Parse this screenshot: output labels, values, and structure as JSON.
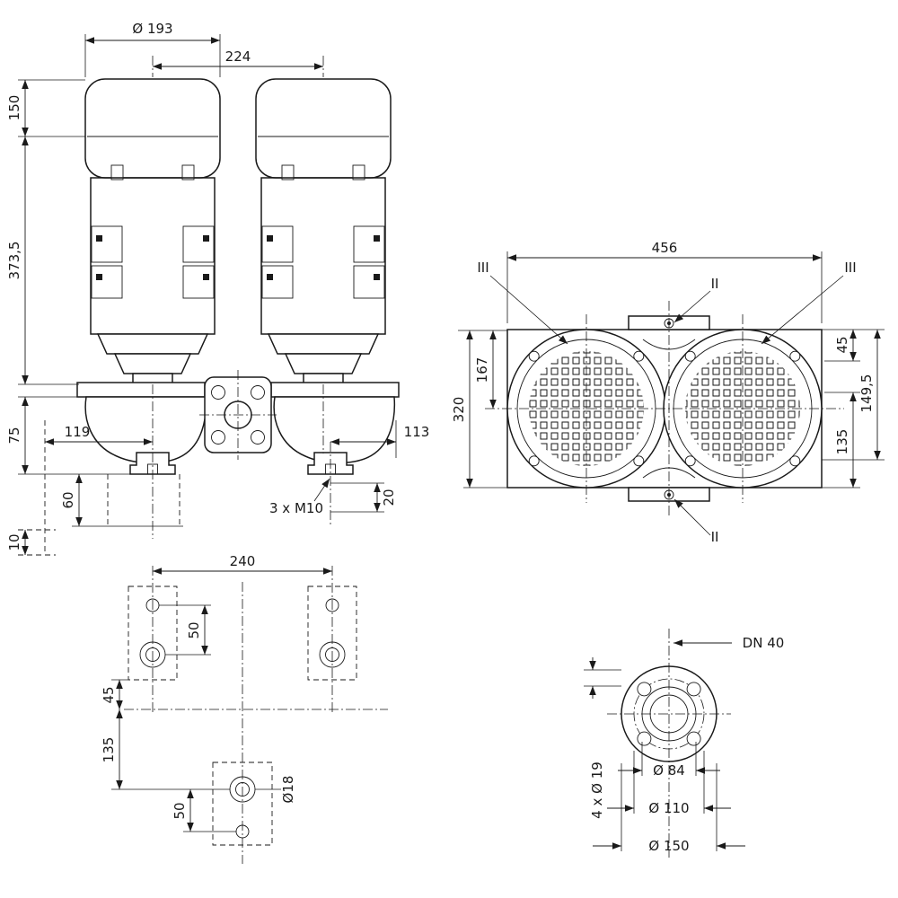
{
  "front_view": {
    "dia_193": "Ø 193",
    "d224": "224",
    "d150": "150",
    "d373_5": "373,5",
    "d75": "75",
    "d119": "119",
    "d113": "113",
    "d60": "60",
    "d10": "10",
    "d20": "20",
    "m10": "3 x M10"
  },
  "top_view": {
    "d456": "456",
    "sec_iii": "III",
    "sec_ii": "II",
    "d167": "167",
    "d320": "320",
    "d45": "45",
    "d149_5": "149,5",
    "d135": "135"
  },
  "foot_view": {
    "d240": "240",
    "d50_upper": "50",
    "d45": "45",
    "d135": "135",
    "d50_lower": "50",
    "dia18": "Ø18"
  },
  "flange_view": {
    "dn40": "DN 40",
    "dia84": "Ø 84",
    "dia110": "Ø 110",
    "bolt_holes": "4 x Ø 19",
    "dia150": "Ø 150"
  },
  "colors": {
    "line": "#1a1a1a",
    "background": "#ffffff"
  }
}
